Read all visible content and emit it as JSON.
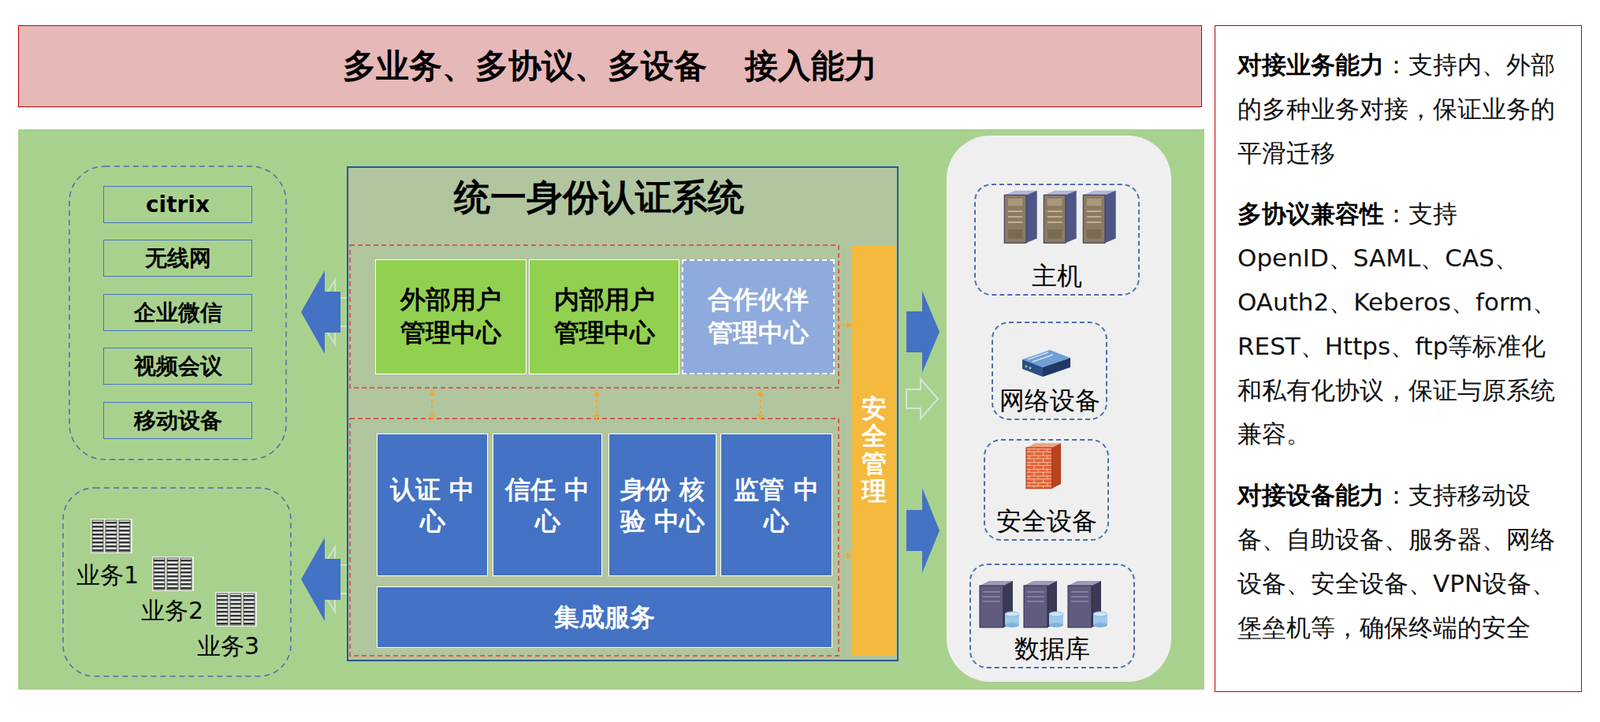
{
  "diagram": {
    "nodes": [
      {
        "text": [
          "多业务、多协议、多设备 接入能力"
        ]
      },
      {
        "text": [
          "citrix"
        ]
      },
      {
        "text": [
          "无线网"
        ]
      },
      {
        "text": [
          "企业微信"
        ]
      },
      {
        "text": [
          "视频会议"
        ]
      },
      {
        "text": [
          "移动设备"
        ]
      },
      {
        "text": [
          "统一身份认证系统"
        ]
      },
      {
        "text": [
          "外部用户 管理中心"
        ],
        "in": 6
      },
      {
        "text": [
          "内部用户 管理中心"
        ],
        "in": 6
      },
      {
        "text": [
          "合作伙伴 管理中心"
        ],
        "in": 6
      },
      {
        "text": [
          "认证 中心"
        ],
        "in": 6
      },
      {
        "text": [
          "信任 中心"
        ],
        "in": 6
      },
      {
        "text": [
          "身份 核验 中心"
        ],
        "in": 6
      },
      {
        "text": [
          "监管 中心"
        ],
        "in": 6
      },
      {
        "text": [
          "集成服务"
        ],
        "in": 6
      },
      {
        "text": [
          "安全管理"
        ],
        "in": 6
      },
      {
        "text": [
          "主机"
        ]
      },
      {
        "text": [
          "网络设备"
        ]
      },
      {
        "text": [
          "安全设备"
        ]
      },
      {
        "text": [
          "数据库"
        ]
      },
      {
        "text": [
          "对接业务能力",
          "：支持内、外部的多种业务对接，保证业务的平滑迁移",
          "多协议兼容性",
          "：支持OpenID、SAML、CAS、OAuth2、Keberos、form、REST、Https、ftp等标准化和私有化协议，保证与原系统兼容。",
          "对接设备能力",
          "：支持移动设备、自助设备、服务器、网络设备、安全设备、VPN设备、堡垒机等，确保终端的安全"
        ]
      }
    ],
    "labels": [
      "业务1",
      "业务2",
      "业务3"
    ]
  }
}
